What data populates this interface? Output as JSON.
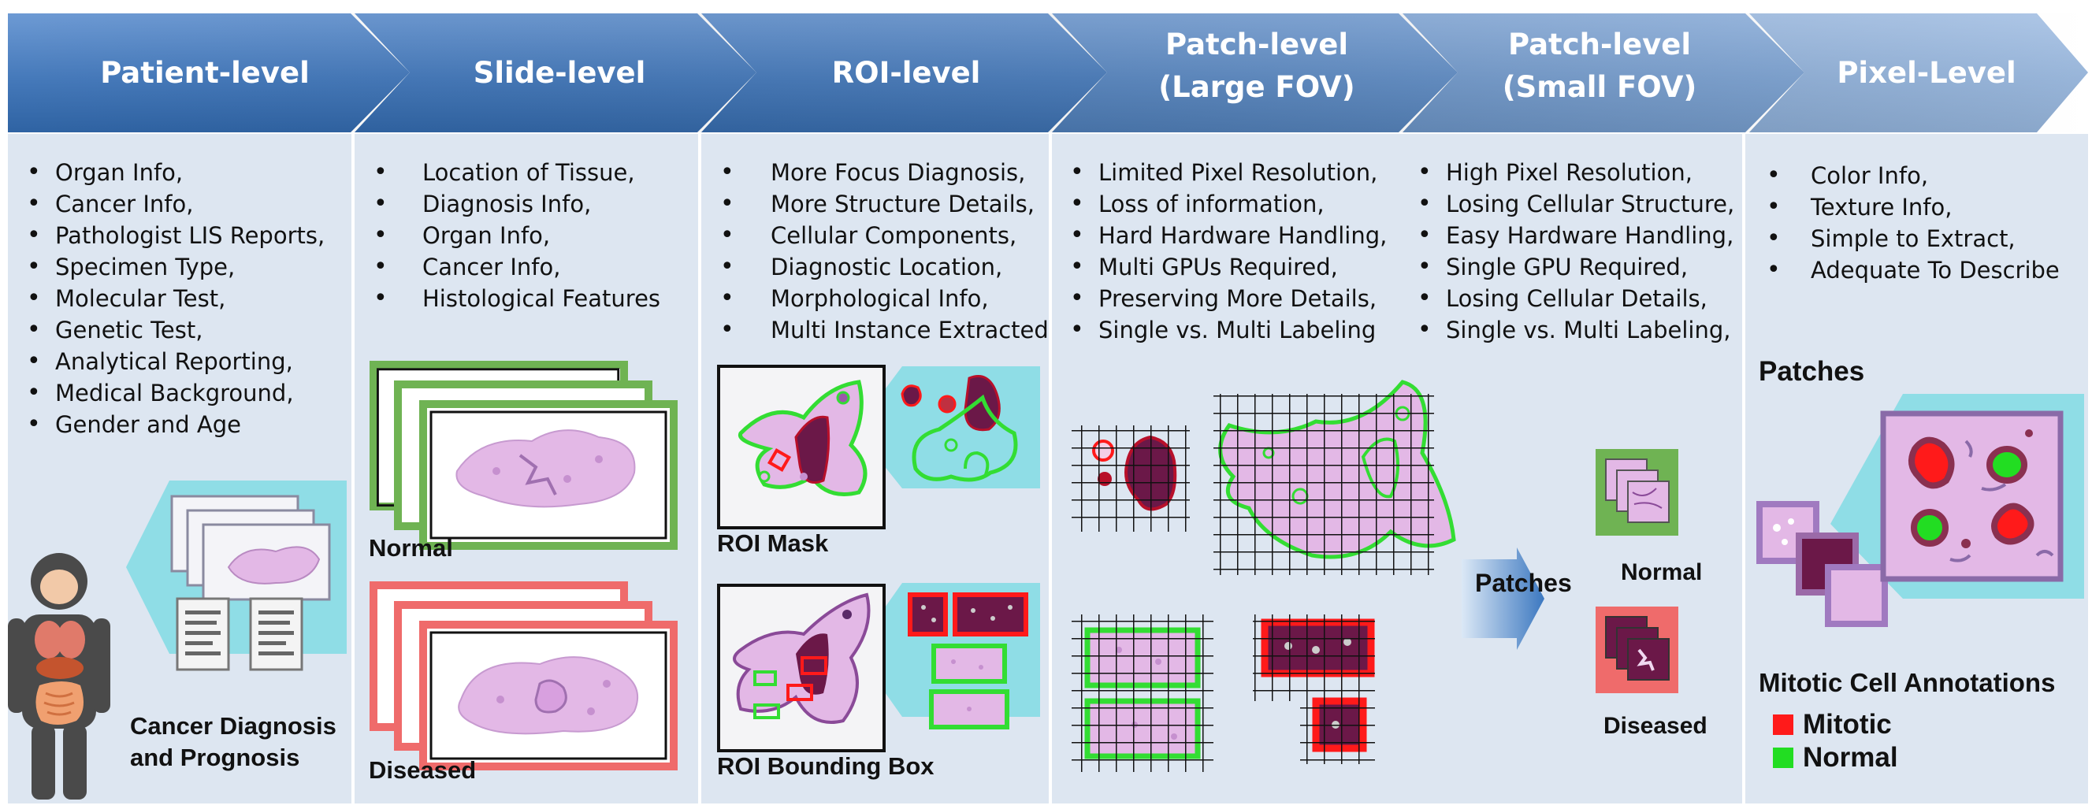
{
  "stages": [
    {
      "title_lines": [
        "Patient-level"
      ],
      "bullets": [
        "Organ Info,",
        "Cancer Info,",
        "Pathologist LIS Reports,",
        "Specimen Type,",
        "Molecular Test,",
        "Genetic Test,",
        "Analytical Reporting,",
        "Medical Background,",
        "Gender and Age"
      ]
    },
    {
      "title_lines": [
        "Slide-level"
      ],
      "bullets": [
        "Location of Tissue,",
        "Diagnosis Info,",
        "Organ Info,",
        "Cancer Info,",
        "Histological Features"
      ]
    },
    {
      "title_lines": [
        "ROI-level"
      ],
      "bullets": [
        "More Focus Diagnosis,",
        "More Structure Details,",
        "Cellular Components,",
        "Diagnostic Location,",
        "Morphological Info,",
        "Multi Instance Extracted"
      ]
    },
    {
      "title_lines": [
        "Patch-level",
        "(Large FOV)"
      ],
      "bullets": [
        "Limited Pixel Resolution,",
        "Loss of information,",
        "Hard Hardware Handling,",
        "Multi GPUs Required,",
        "Preserving More Details,",
        "Single vs. Multi Labeling"
      ]
    },
    {
      "title_lines": [
        "Patch-level",
        "(Small FOV)"
      ],
      "bullets": [
        "High Pixel Resolution,",
        "Losing Cellular Structure,",
        "Easy Hardware Handling,",
        "Single GPU Required,",
        "Losing Cellular Details,",
        "Single vs. Multi Labeling,"
      ]
    },
    {
      "title_lines": [
        "Pixel-Level"
      ],
      "bullets": [
        "Color Info,",
        "Texture Info,",
        "Simple to Extract,",
        "Adequate To Describe"
      ]
    }
  ],
  "captions": {
    "patient": [
      "Cancer Diagnosis",
      "and Prognosis"
    ],
    "slide_normal": "Normal",
    "slide_diseased": "Diseased",
    "roi_mask": "ROI Mask",
    "roi_bbox": "ROI Bounding Box",
    "patches_arrow": "Patches",
    "patch_normal": "Normal",
    "patch_diseased": "Diseased",
    "pixel_patches": "Patches",
    "annotations_title": "Mitotic Cell Annotations"
  },
  "legend": [
    {
      "label": "Mitotic",
      "color": "#ff1a1a"
    },
    {
      "label": "Normal",
      "color": "#22dd22"
    }
  ],
  "colors": {
    "header_dark": "#3a72b4",
    "header_light": "#8fb4de",
    "panel_bg": "#dde6f1",
    "tissue": "#e3b8e6",
    "normal_frame": "#6fb353",
    "diseased_frame": "#ef6b6b",
    "callout": "#8fdde6"
  }
}
